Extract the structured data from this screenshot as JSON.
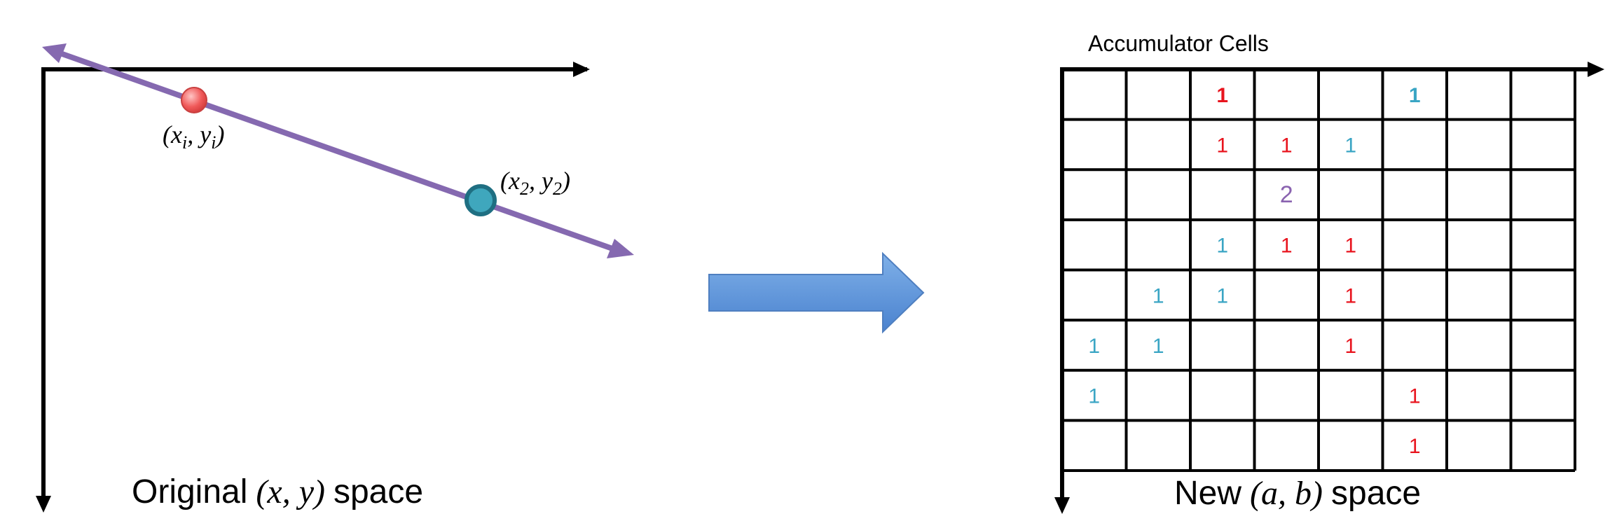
{
  "left_panel": {
    "point1": {
      "label_x": "x",
      "label_x_sub": "i",
      "label_y": "y",
      "label_y_sub": "i",
      "color": "#f05a5a"
    },
    "point2": {
      "label_x": "x",
      "label_x_sub": "2",
      "label_y": "y",
      "label_y_sub": "2",
      "color": "#3fa7bd"
    },
    "line_color": "#8569b0",
    "caption_prefix": "Original",
    "caption_math": "(x,  y)",
    "caption_suffix": "space"
  },
  "arrow": {
    "color_light": "#7fb0e8",
    "color_dark": "#4a82cf"
  },
  "right_panel": {
    "title": "Accumulator Cells",
    "caption_prefix": "New",
    "caption_math": "(a, b)",
    "caption_suffix": "space",
    "grid_rows": 8,
    "grid_cols": 8,
    "cell_colors": {
      "red": "#e8141e",
      "teal": "#3aa5c4",
      "purple": "#8a63b0"
    },
    "cells": [
      {
        "row": 0,
        "col": 2,
        "value": "1",
        "color": "red",
        "bold": true
      },
      {
        "row": 0,
        "col": 5,
        "value": "1",
        "color": "teal",
        "bold": true
      },
      {
        "row": 1,
        "col": 2,
        "value": "1",
        "color": "red"
      },
      {
        "row": 1,
        "col": 3,
        "value": "1",
        "color": "red"
      },
      {
        "row": 1,
        "col": 4,
        "value": "1",
        "color": "teal"
      },
      {
        "row": 2,
        "col": 3,
        "value": "2",
        "color": "purple"
      },
      {
        "row": 3,
        "col": 2,
        "value": "1",
        "color": "teal"
      },
      {
        "row": 3,
        "col": 3,
        "value": "1",
        "color": "red"
      },
      {
        "row": 3,
        "col": 4,
        "value": "1",
        "color": "red"
      },
      {
        "row": 4,
        "col": 1,
        "value": "1",
        "color": "teal"
      },
      {
        "row": 4,
        "col": 2,
        "value": "1",
        "color": "teal"
      },
      {
        "row": 4,
        "col": 4,
        "value": "1",
        "color": "red"
      },
      {
        "row": 5,
        "col": 0,
        "value": "1",
        "color": "teal"
      },
      {
        "row": 5,
        "col": 1,
        "value": "1",
        "color": "teal"
      },
      {
        "row": 5,
        "col": 4,
        "value": "1",
        "color": "red"
      },
      {
        "row": 6,
        "col": 0,
        "value": "1",
        "color": "teal"
      },
      {
        "row": 6,
        "col": 5,
        "value": "1",
        "color": "red"
      },
      {
        "row": 7,
        "col": 5,
        "value": "1",
        "color": "red"
      }
    ]
  }
}
